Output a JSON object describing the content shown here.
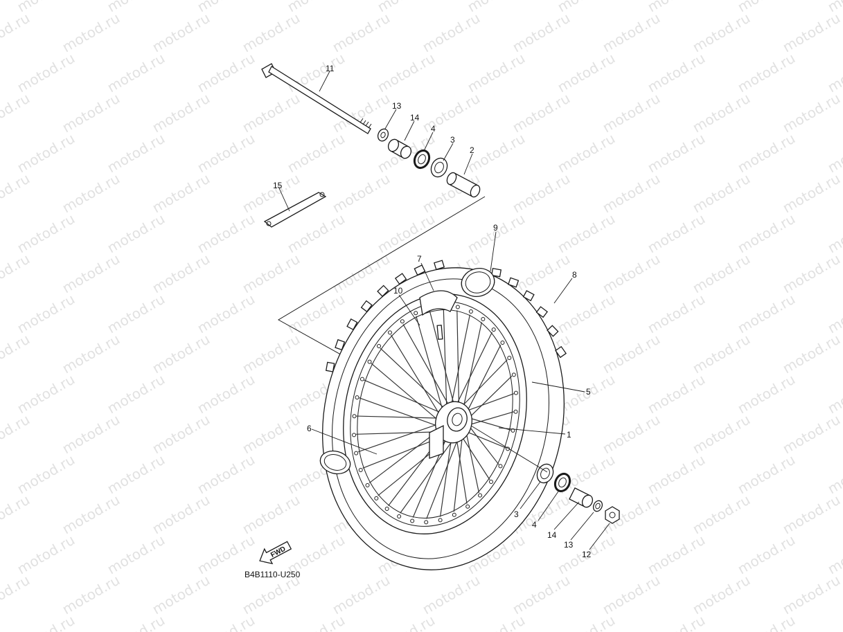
{
  "watermark": "motod.ru",
  "diagram_code": "B4B1110-U250",
  "fwd_label": "FWD",
  "callouts": {
    "c11": "11",
    "c13a": "13",
    "c14a": "14",
    "c4a": "4",
    "c3a": "3",
    "c2": "2",
    "c15": "15",
    "c9": "9",
    "c7": "7",
    "c8": "8",
    "c10": "10",
    "c5": "5",
    "c1": "1",
    "c6": "6",
    "c3b": "3",
    "c4b": "4",
    "c14b": "14",
    "c13b": "13",
    "c12": "12"
  },
  "colors": {
    "line": "#1a1a1a",
    "watermark": "#c9c9c9",
    "background": "#ffffff"
  }
}
